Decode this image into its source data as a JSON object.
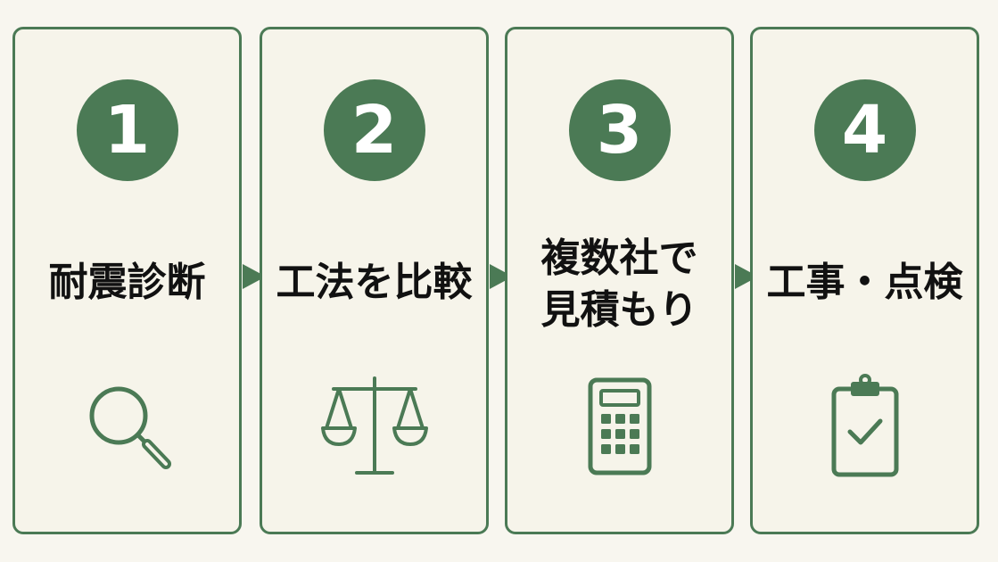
{
  "steps": [
    {
      "number": "1",
      "lines": [
        "耐震診断"
      ],
      "icon": "magnifying-glass-icon"
    },
    {
      "number": "2",
      "lines": [
        "工法を比較"
      ],
      "icon": "balance-scale-icon"
    },
    {
      "number": "3",
      "lines": [
        "複数社で",
        "見積もり"
      ],
      "icon": "calculator-icon"
    },
    {
      "number": "4",
      "lines": [
        "工事・点検"
      ],
      "icon": "clipboard-check-icon"
    }
  ],
  "colors": {
    "accent": "#4b7a55",
    "background": "#f8f6ef",
    "text": "#111111"
  }
}
